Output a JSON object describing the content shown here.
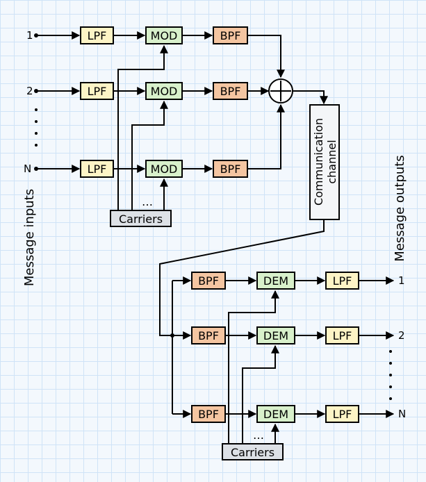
{
  "input_labels": [
    "1",
    "2",
    "N"
  ],
  "output_labels": [
    "1",
    "2",
    "N"
  ],
  "lpf_label": "LPF",
  "mod_label": "MOD",
  "bpf_label": "BPF",
  "dem_label": "DEM",
  "carriers_label": "Carriers",
  "ellipsis": "…",
  "channel_label_line1": "Communication",
  "channel_label_line2": "channel",
  "message_inputs_label": "Message inputs",
  "message_outputs_label": "Message outputs"
}
